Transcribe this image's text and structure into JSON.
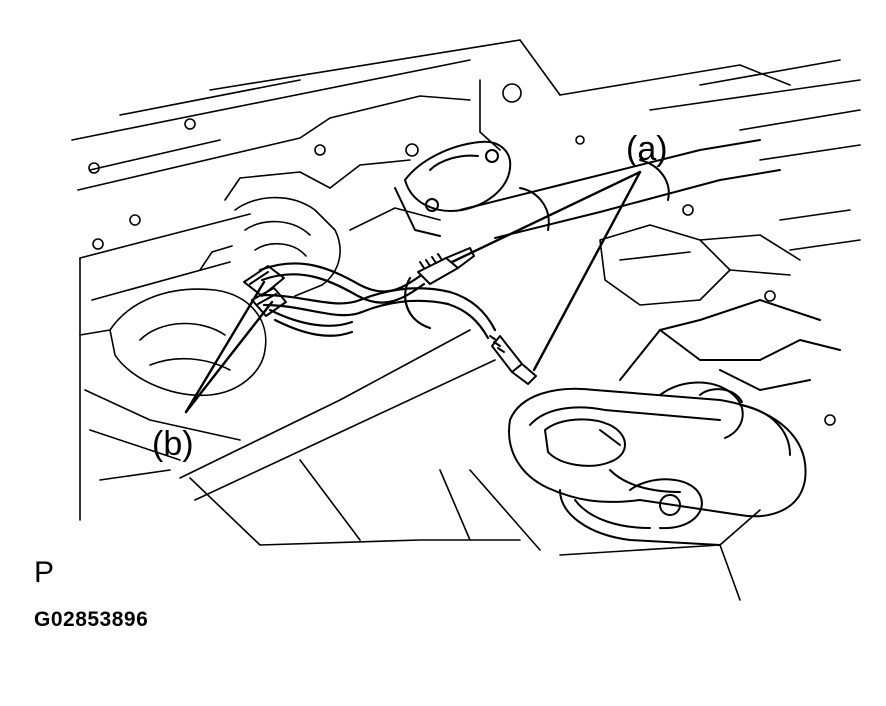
{
  "callouts": {
    "a": "(a)",
    "b": "(b)"
  },
  "view_code": "P",
  "figure_id": "G02853896"
}
